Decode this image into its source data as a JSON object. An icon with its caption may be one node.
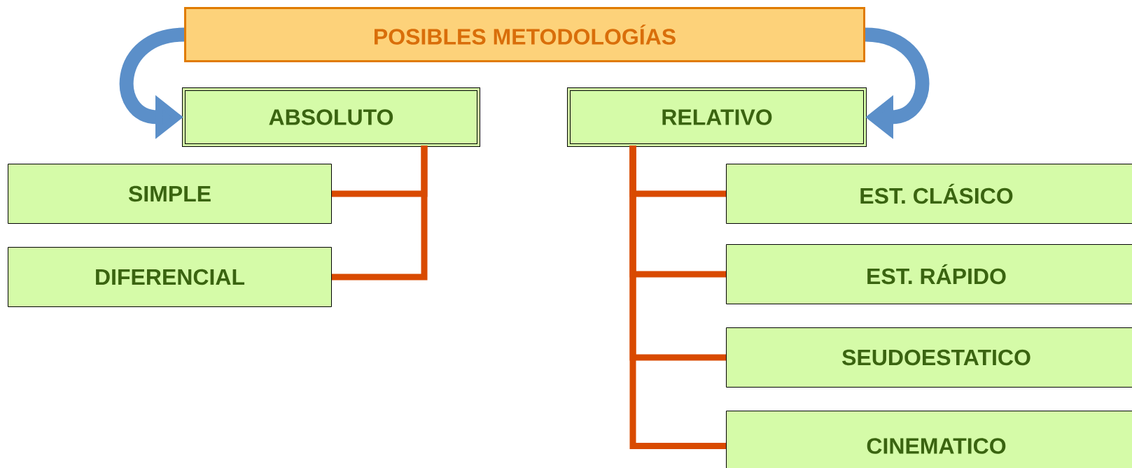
{
  "diagram": {
    "nodes": [
      {
        "text": [
          "POSIBLES METODOLOGÍAS"
        ]
      },
      {
        "text": [
          "ABSOLUTO"
        ]
      },
      {
        "text": [
          "RELATIVO"
        ]
      },
      {
        "text": [
          "SIMPLE"
        ]
      },
      {
        "text": [
          "DIFERENCIAL"
        ]
      },
      {
        "text": [
          "EST. CLÁSICO"
        ]
      },
      {
        "text": [
          "EST. RÁPIDO"
        ]
      },
      {
        "text": [
          "SEUDOESTATICO"
        ]
      },
      {
        "text": [
          "CINEMATICO"
        ]
      }
    ],
    "edges": [
      {
        "from": 0,
        "to": 1,
        "arrow": "to",
        "style": "thick",
        "color": "#5b8fc9"
      },
      {
        "from": 0,
        "to": 2,
        "arrow": "to",
        "style": "thick",
        "color": "#5b8fc9"
      },
      {
        "from": 1,
        "to": 3,
        "arrow": "none"
      },
      {
        "from": 1,
        "to": 4,
        "arrow": "none"
      },
      {
        "from": 2,
        "to": 5,
        "arrow": "none"
      },
      {
        "from": 2,
        "to": 6,
        "arrow": "none"
      },
      {
        "from": 2,
        "to": 7,
        "arrow": "none"
      },
      {
        "from": 2,
        "to": 8,
        "arrow": "none"
      }
    ]
  }
}
